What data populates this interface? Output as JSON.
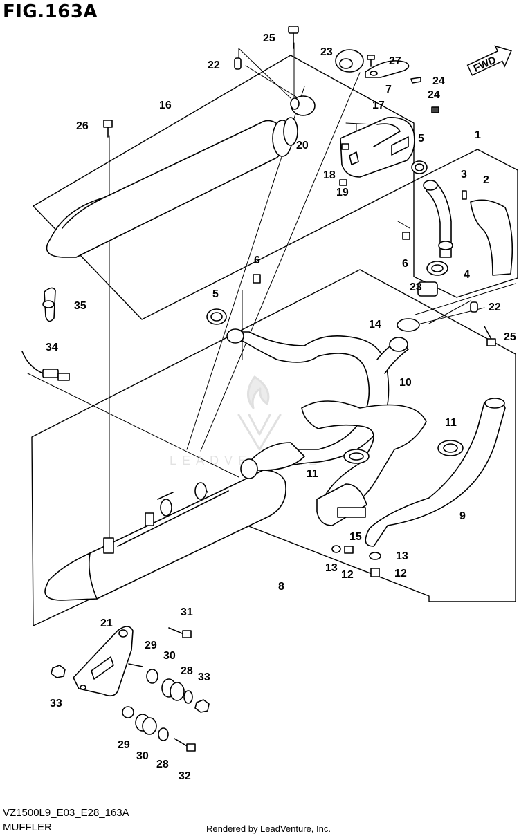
{
  "figure": {
    "title": "FIG.163A"
  },
  "direction": {
    "label": "FWD"
  },
  "footer": {
    "code": "VZ1500L9_E03_E28_163A",
    "name": "MUFFLER",
    "credit": "Rendered by LeadVenture, Inc."
  },
  "watermark": {
    "text": "LEADVENTURE"
  },
  "callouts": [
    {
      "id": "c25a",
      "label": "25"
    },
    {
      "id": "c22a",
      "label": "22"
    },
    {
      "id": "c23a",
      "label": "23"
    },
    {
      "id": "c27",
      "label": "27"
    },
    {
      "id": "c7",
      "label": "7"
    },
    {
      "id": "c24a",
      "label": "24"
    },
    {
      "id": "c24b",
      "label": "24"
    },
    {
      "id": "c16",
      "label": "16"
    },
    {
      "id": "c26",
      "label": "26"
    },
    {
      "id": "c17",
      "label": "17"
    },
    {
      "id": "c20",
      "label": "20"
    },
    {
      "id": "c5a",
      "label": "5"
    },
    {
      "id": "c1",
      "label": "1"
    },
    {
      "id": "c18",
      "label": "18"
    },
    {
      "id": "c19",
      "label": "19"
    },
    {
      "id": "c3",
      "label": "3"
    },
    {
      "id": "c2",
      "label": "2"
    },
    {
      "id": "c6a",
      "label": "6"
    },
    {
      "id": "c4",
      "label": "4"
    },
    {
      "id": "c6b",
      "label": "6"
    },
    {
      "id": "c5b",
      "label": "5"
    },
    {
      "id": "c35",
      "label": "35"
    },
    {
      "id": "c23b",
      "label": "23"
    },
    {
      "id": "c22b",
      "label": "22"
    },
    {
      "id": "c14",
      "label": "14"
    },
    {
      "id": "c25b",
      "label": "25"
    },
    {
      "id": "c34",
      "label": "34"
    },
    {
      "id": "c10",
      "label": "10"
    },
    {
      "id": "c11a",
      "label": "11"
    },
    {
      "id": "c11b",
      "label": "11"
    },
    {
      "id": "c9",
      "label": "9"
    },
    {
      "id": "c15",
      "label": "15"
    },
    {
      "id": "c13a",
      "label": "13"
    },
    {
      "id": "c13b",
      "label": "13"
    },
    {
      "id": "c12a",
      "label": "12"
    },
    {
      "id": "c12b",
      "label": "12"
    },
    {
      "id": "c8",
      "label": "8"
    },
    {
      "id": "c31",
      "label": "31"
    },
    {
      "id": "c21",
      "label": "21"
    },
    {
      "id": "c29a",
      "label": "29"
    },
    {
      "id": "c30a",
      "label": "30"
    },
    {
      "id": "c28a",
      "label": "28"
    },
    {
      "id": "c33a",
      "label": "33"
    },
    {
      "id": "c33b",
      "label": "33"
    },
    {
      "id": "c29b",
      "label": "29"
    },
    {
      "id": "c30b",
      "label": "30"
    },
    {
      "id": "c28b",
      "label": "28"
    },
    {
      "id": "c32",
      "label": "32"
    }
  ]
}
